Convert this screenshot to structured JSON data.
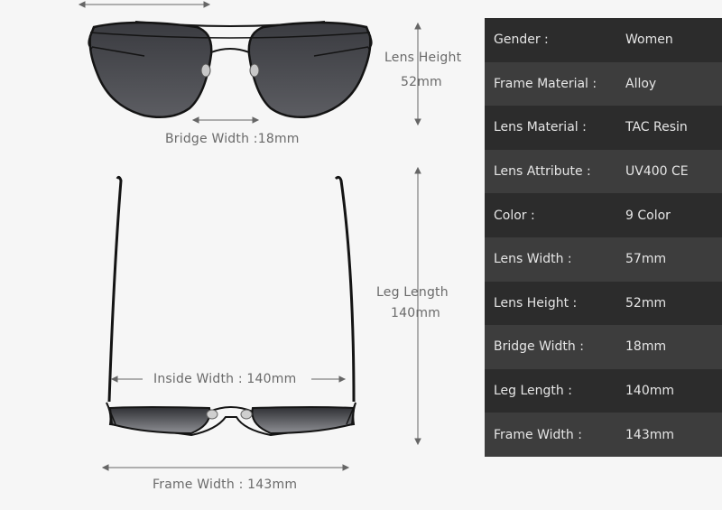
{
  "labels": {
    "lens_height_title": "Lens Height",
    "lens_height_value": "52mm",
    "bridge_width": "Bridge Width :18mm",
    "leg_length_title": "Leg Length",
    "leg_length_value": "140mm",
    "inside_width": "Inside  Width : 140mm",
    "frame_width": "Frame Width : 143mm"
  },
  "specs": [
    {
      "key": "Gender :",
      "value": "Women"
    },
    {
      "key": "Frame Material :",
      "value": "Alloy"
    },
    {
      "key": "Lens Material :",
      "value": "TAC Resin"
    },
    {
      "key": "Lens Attribute :",
      "value": "UV400 CE"
    },
    {
      "key": "Color :",
      "value": "9 Color"
    },
    {
      "key": "Lens Width :",
      "value": "57mm"
    },
    {
      "key": "Lens Height :",
      "value": "52mm"
    },
    {
      "key": "Bridge Width :",
      "value": "18mm"
    },
    {
      "key": "Leg Length :",
      "value": "140mm"
    },
    {
      "key": "Frame Width :",
      "value": "143mm"
    }
  ],
  "colors": {
    "background": "#f6f6f6",
    "row_dark": "#2c2c2c",
    "row_light": "#3d3d3d",
    "row_text": "#e6e6e6",
    "label_text": "#6a6a6a",
    "frame": "#141414"
  }
}
